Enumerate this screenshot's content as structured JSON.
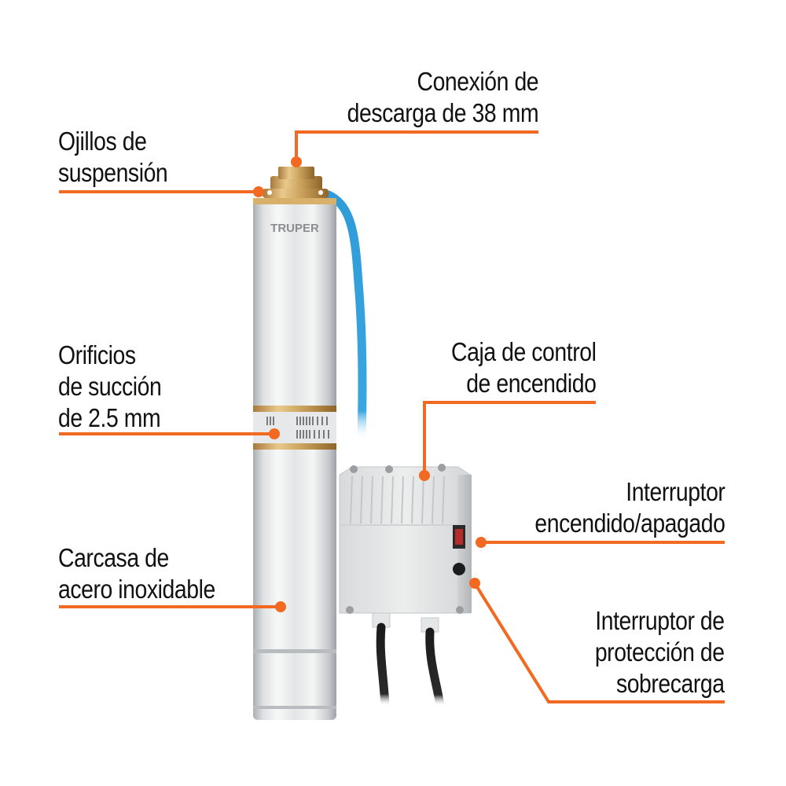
{
  "figure": {
    "brand": "TRUPER",
    "accent_color": "#f26a21",
    "hose_color": "#2f9bd8",
    "product_parts": [
      "submersible-pump",
      "blue-discharge-hose",
      "control-box",
      "power-cables"
    ]
  },
  "callouts": {
    "discharge": {
      "line1": "Conexión de",
      "line2": "descarga de 38 mm"
    },
    "eyelets": {
      "line1": "Ojillos de",
      "line2": "suspensión"
    },
    "suction": {
      "line1": "Orificios",
      "line2": "de succión",
      "line3": "de 2.5 mm"
    },
    "control_box": {
      "line1": "Caja de control",
      "line2": "de encendido"
    },
    "on_off": {
      "line1": "Interruptor",
      "line2": "encendido/apagado"
    },
    "casing": {
      "line1": "Carcasa de",
      "line2": "acero inoxidable"
    },
    "overload": {
      "line1": "Interruptor de",
      "line2": "protección de",
      "line3": "sobrecarga"
    }
  }
}
